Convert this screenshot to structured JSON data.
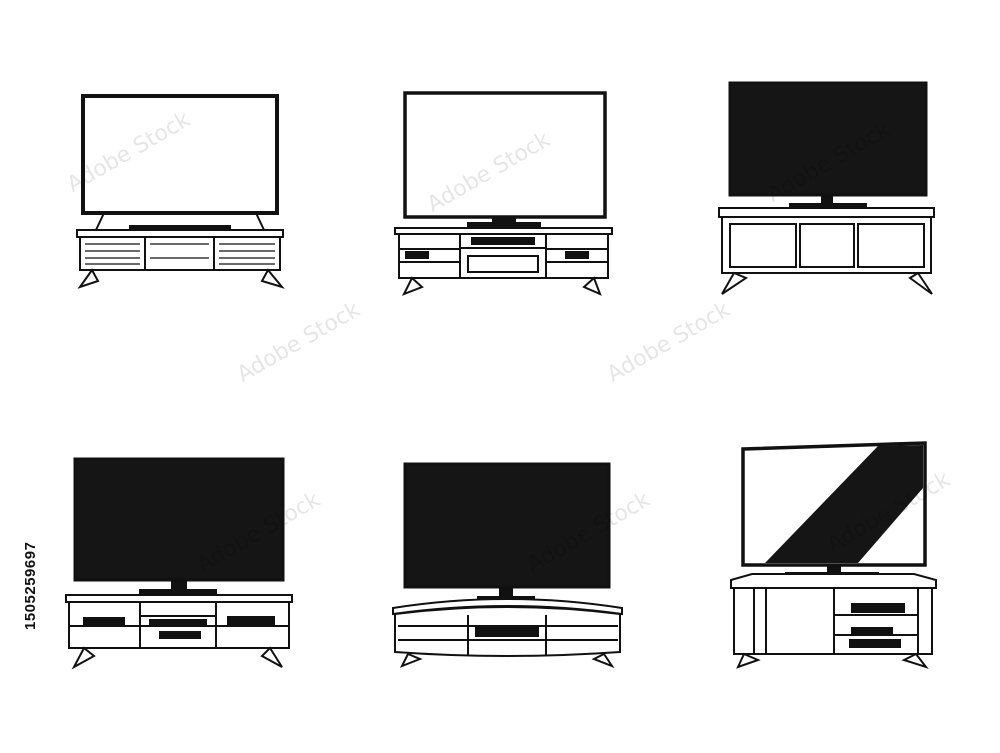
{
  "stock_id": "1505259697",
  "watermark": "Adobe Stock",
  "colors": {
    "ink": "#111111",
    "screen_dark": "#151515",
    "background": "#ffffff"
  },
  "illustrations": [
    {
      "name": "tv-on-slatted-console",
      "screen": "white"
    },
    {
      "name": "tv-on-media-console-with-devices",
      "screen": "white"
    },
    {
      "name": "tv-on-sideboard-cabinet",
      "screen": "black"
    },
    {
      "name": "tv-on-open-shelf-console",
      "screen": "black"
    },
    {
      "name": "tv-on-curved-console",
      "screen": "black"
    },
    {
      "name": "tv-on-corner-cabinet",
      "screen": "reflection"
    }
  ]
}
